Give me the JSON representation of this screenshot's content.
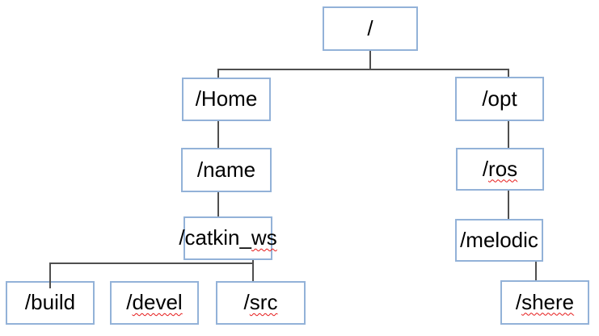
{
  "diagram": {
    "type": "tree",
    "background": "#ffffff",
    "colors": {
      "box_border": "#93b2d8",
      "box_fill": "#ffffff",
      "connector": "#4f4f4f",
      "text": "#000000",
      "spellcheck_squiggle": "#e61919"
    },
    "nodes": [
      {
        "id": "root",
        "label": "/",
        "label_plain": "/",
        "label_squiggle": ""
      },
      {
        "id": "home",
        "label": "/Home",
        "label_plain": "/Home",
        "label_squiggle": ""
      },
      {
        "id": "opt",
        "label": "/opt",
        "label_plain": "/opt",
        "label_squiggle": ""
      },
      {
        "id": "name",
        "label": "/name",
        "label_plain": "/name",
        "label_squiggle": ""
      },
      {
        "id": "ros",
        "label": "/ros",
        "label_plain": "/",
        "label_squiggle": "ros"
      },
      {
        "id": "catkin_ws",
        "label": "/catkin_ws",
        "label_plain": "/catkin_",
        "label_squiggle": "ws"
      },
      {
        "id": "melodic",
        "label": "/melodic",
        "label_plain": "/melodic",
        "label_squiggle": ""
      },
      {
        "id": "build",
        "label": "/build",
        "label_plain": "/build",
        "label_squiggle": ""
      },
      {
        "id": "devel",
        "label": "/devel",
        "label_plain": "/",
        "label_squiggle": "devel"
      },
      {
        "id": "src",
        "label": "/src",
        "label_plain": "/",
        "label_squiggle": "src"
      },
      {
        "id": "shere",
        "label": "/shere",
        "label_plain": "/",
        "label_squiggle": "shere"
      }
    ],
    "edges": [
      {
        "from": "/",
        "to": "/Home"
      },
      {
        "from": "/",
        "to": "/opt"
      },
      {
        "from": "/Home",
        "to": "/name"
      },
      {
        "from": "/name",
        "to": "/catkin_ws"
      },
      {
        "from": "/catkin_ws",
        "to": "/build"
      },
      {
        "from": "/catkin_ws",
        "to": "/src"
      },
      {
        "from": "/opt",
        "to": "/ros"
      },
      {
        "from": "/ros",
        "to": "/melodic"
      },
      {
        "from": "/melodic",
        "to": "/shere"
      }
    ]
  }
}
